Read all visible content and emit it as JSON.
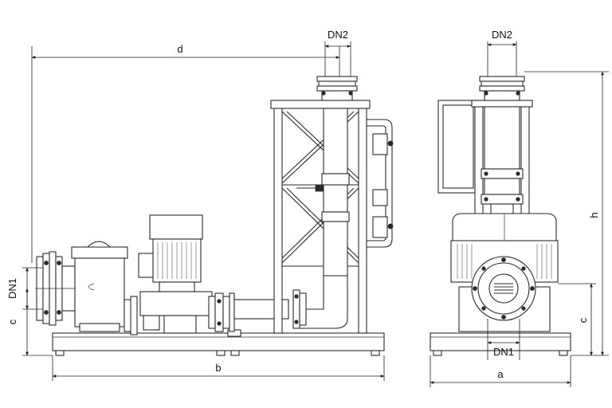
{
  "dimensions": {
    "d": "d",
    "dn2_side": "DN2",
    "dn2_front": "DN2",
    "dn1_side": "DN1",
    "dn1_front": "DN1",
    "c_side": "c",
    "c_front": "c",
    "b": "b",
    "a": "a",
    "h": "h"
  }
}
